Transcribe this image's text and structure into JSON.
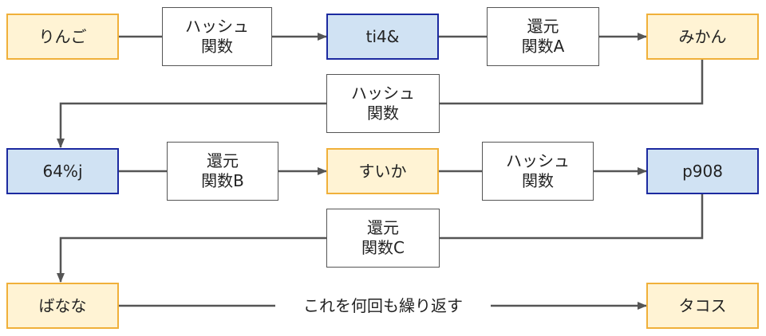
{
  "nodes": {
    "ringo": "りんご",
    "hash1": "ti4&",
    "mikan": "みかん",
    "hash2": "64%j",
    "suika": "すいか",
    "hash3": "p908",
    "banana": "ばなな",
    "tacos": "タコス"
  },
  "functions": {
    "hash_a": [
      "ハッシュ",
      "関数"
    ],
    "reduce_a": [
      "還元",
      "関数A"
    ],
    "hash_b": [
      "ハッシュ",
      "関数"
    ],
    "reduce_b": [
      "還元",
      "関数B"
    ],
    "hash_c": [
      "ハッシュ",
      "関数"
    ],
    "reduce_c": [
      "還元",
      "関数C"
    ]
  },
  "loop_text": "これを何回も繰り返す",
  "colors": {
    "plain_fill": "#fff3d4",
    "plain_border": "#f0b03a",
    "hashed_fill": "#d0e2f3",
    "hashed_border": "#1c2aa0",
    "arrow": "#555555"
  }
}
